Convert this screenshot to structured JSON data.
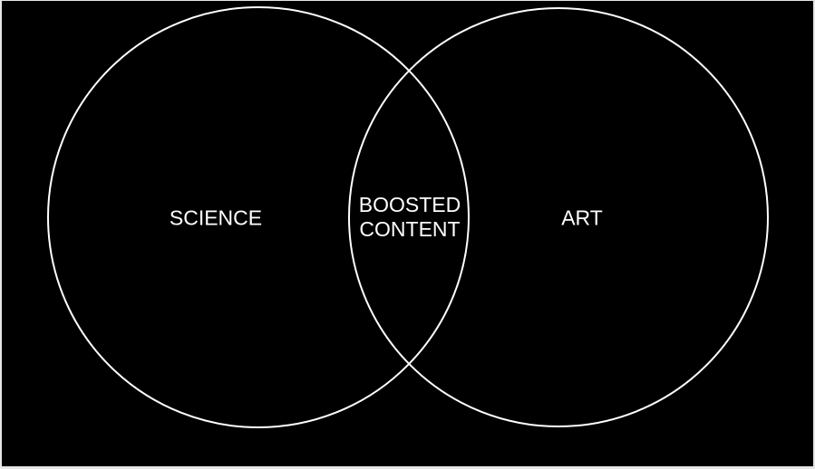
{
  "diagram": {
    "type": "venn",
    "sets": [
      {
        "label": "SCIENCE"
      },
      {
        "label": "ART"
      }
    ],
    "intersection_label": "BOOSTED\nCONTENT",
    "colors": {
      "background": "#000000",
      "stroke": "#ffffff",
      "text": "#ffffff"
    }
  }
}
